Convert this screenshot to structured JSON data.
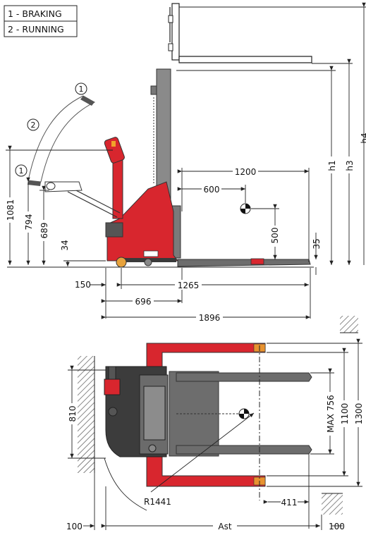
{
  "legend": {
    "item1": "1 - BRAKING",
    "item2": "2 - RUNNING"
  },
  "side_view": {
    "tiller_marks": {
      "braking_top": "1",
      "running": "2",
      "braking_low": "1"
    },
    "dims": {
      "d1200": "1200",
      "d600": "600",
      "d500": "500",
      "d35": "35",
      "d1081": "1081",
      "d794": "794",
      "d689": "689",
      "d34": "34",
      "d150": "150",
      "d1265": "1265",
      "d696": "696",
      "d1896": "1896",
      "h1": "h1",
      "h3": "h3",
      "h4": "h4"
    }
  },
  "top_view": {
    "dims": {
      "d810": "810",
      "max756": "MAX 756",
      "d1100": "1100",
      "d1300": "1300",
      "r1441": "R1441",
      "d411": "411",
      "d100_left": "100",
      "ast": "Ast",
      "d100_right": "100"
    }
  },
  "colors": {
    "truck_red": "#d8262e",
    "mast_grey": "#7a7a7a",
    "fork_grey": "#6d6d6d",
    "line": "#222222"
  }
}
